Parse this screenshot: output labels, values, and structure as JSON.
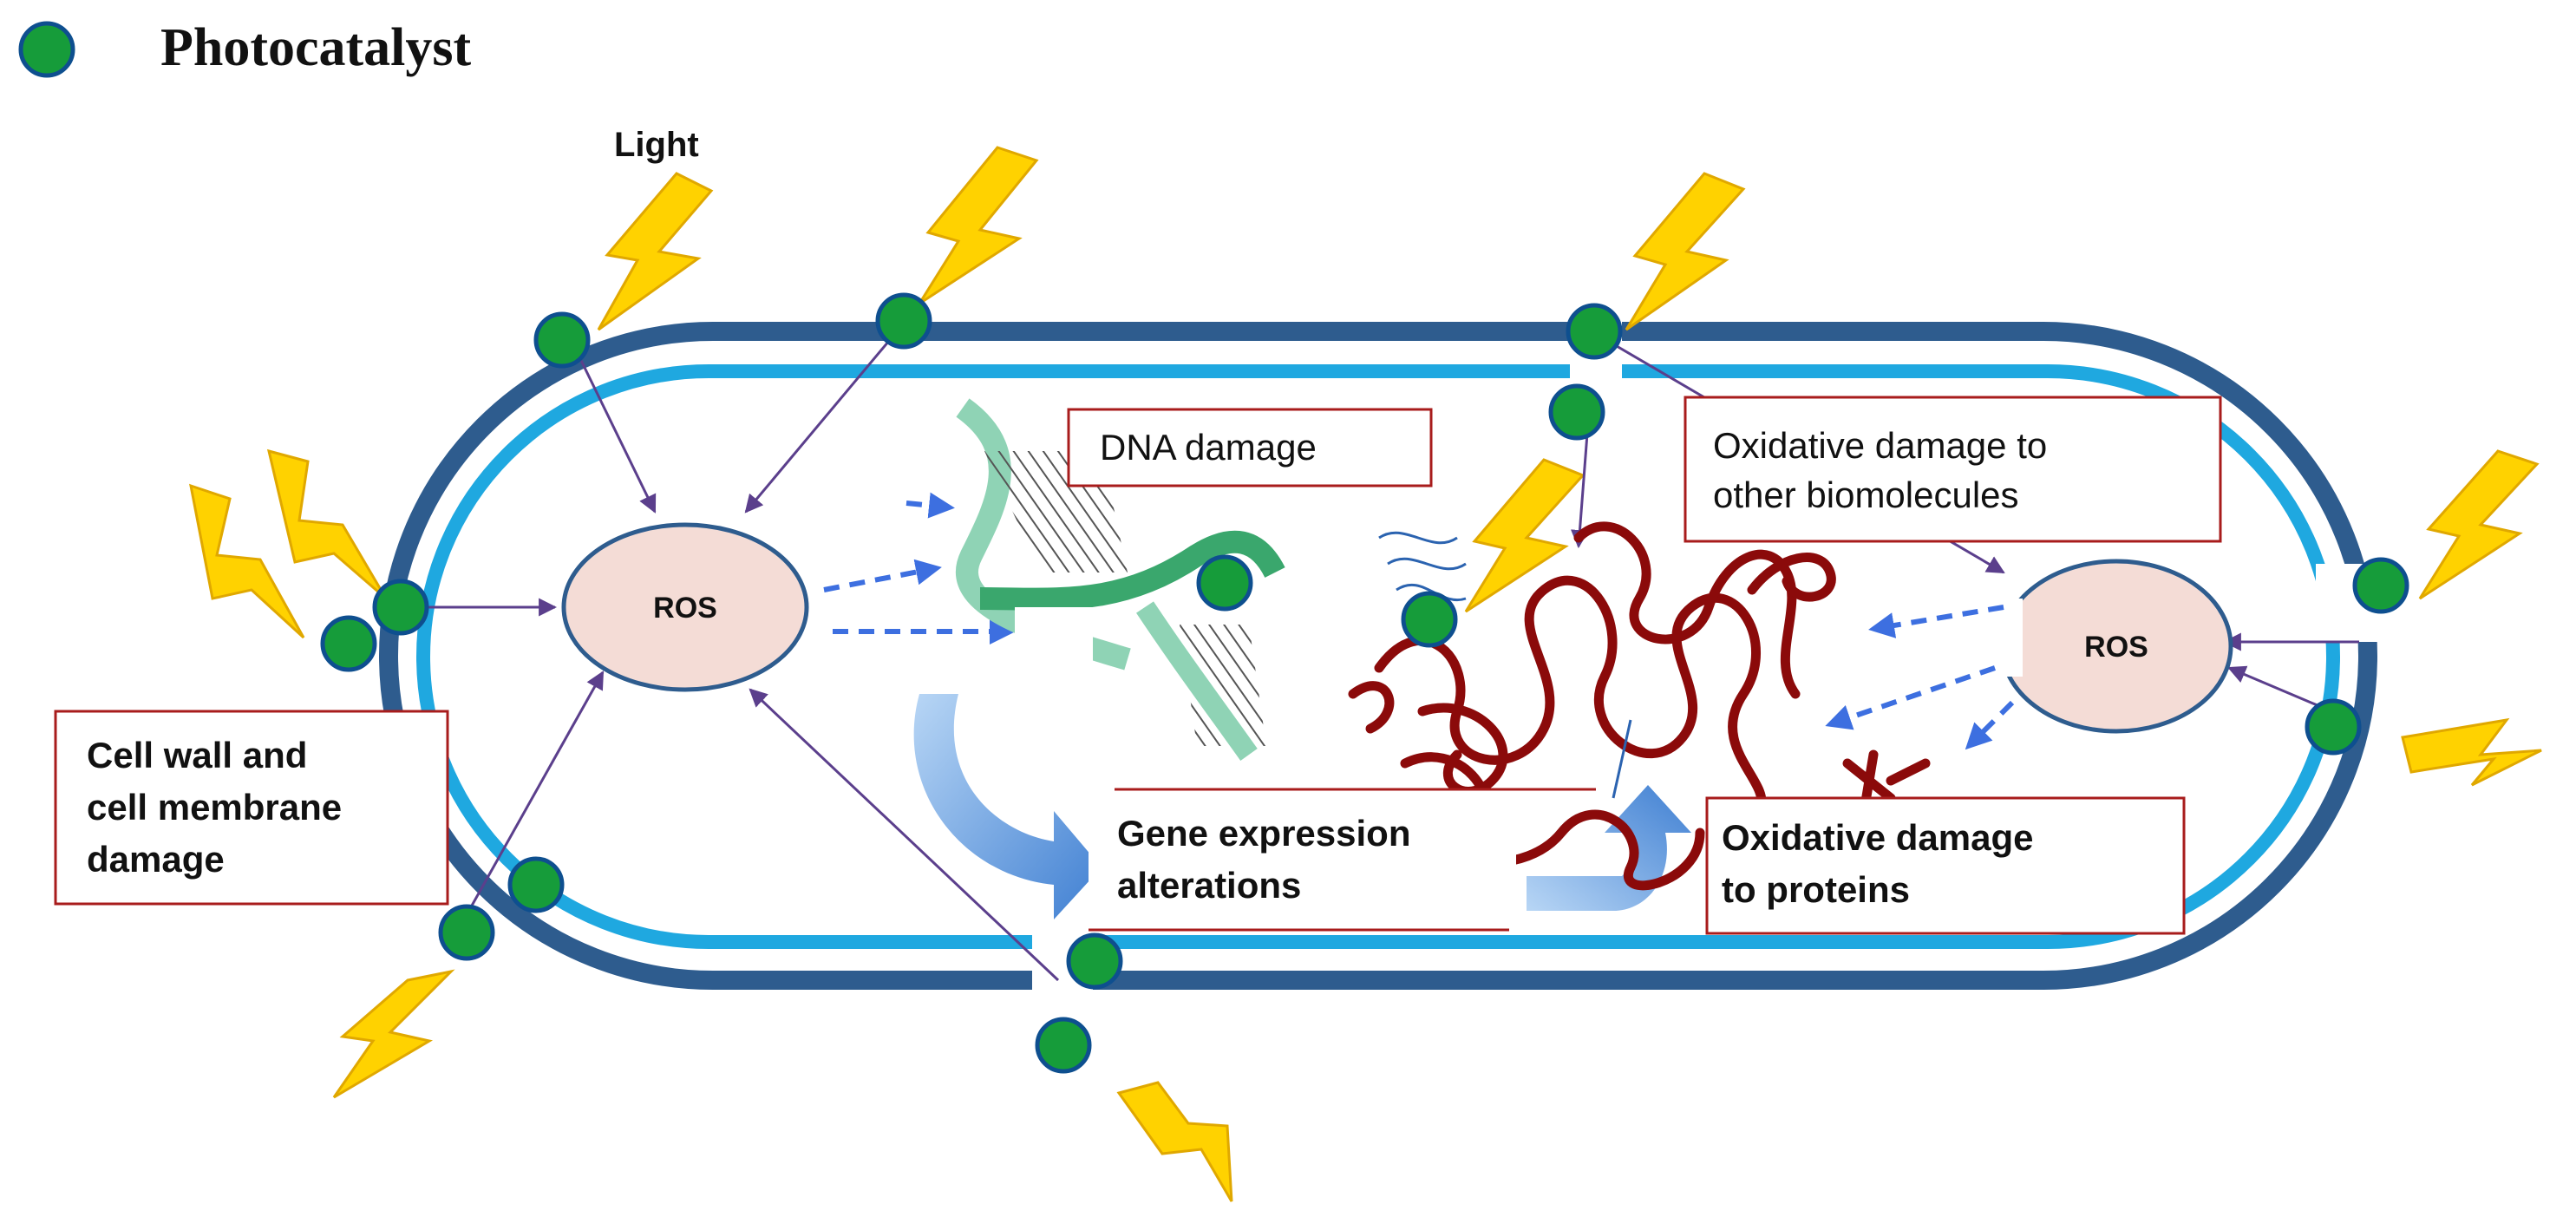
{
  "legend": {
    "label": "Photocatalyst",
    "marker_icon": "green-dot-icon"
  },
  "labels": {
    "light": "Light",
    "ros_left": "ROS",
    "ros_right": "ROS",
    "dna_damage": "DNA damage",
    "oxidative_biomolecules_line1": "Oxidative damage to",
    "oxidative_biomolecules_line2": "other biomolecules",
    "cell_wall_line1": "Cell wall and",
    "cell_wall_line2": "cell membrane",
    "cell_wall_line3": "damage",
    "gene_expression_line1": "Gene expression",
    "gene_expression_line2": "alterations",
    "oxidative_proteins_line1": "Oxidative damage",
    "oxidative_proteins_line2": "to proteins"
  },
  "colors": {
    "photocatalyst_fill": "#169c3a",
    "photocatalyst_stroke": "#0e4f8f",
    "outer_wall": "#2e5c8e",
    "inner_membrane": "#1fa8e0",
    "ros_fill": "#f4dcd6",
    "ros_stroke": "#2e5c8e",
    "label_box_border": "#a81c1c",
    "lightning_fill": "#ffd200",
    "lightning_stroke": "#e0a800",
    "arrow_purple": "#5b3f8c",
    "arrow_blue_dashed": "#3d6fe0",
    "dna_strand": "#3aa76d",
    "dna_strand_light": "#8fd3b5",
    "protein_chain": "#8b0a0a",
    "curved_arrow": "#4a86d6"
  }
}
